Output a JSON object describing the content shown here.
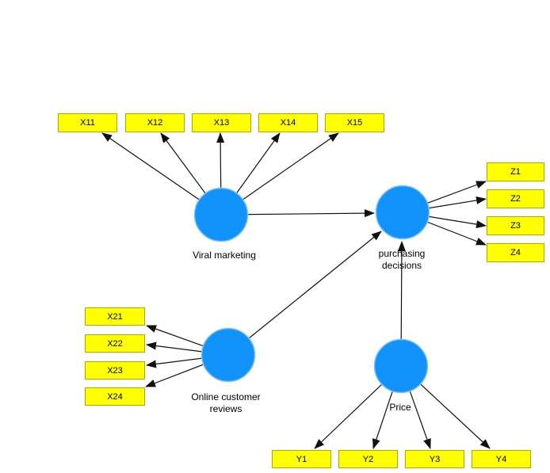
{
  "model": {
    "title_hint": "PLS path model",
    "constructs": {
      "viral": {
        "label": "Viral marketing"
      },
      "purchasing": {
        "label_line1": "purchasing",
        "label_line2": "decisions"
      },
      "online": {
        "label_line1": "Online customer",
        "label_line2": "reviews"
      },
      "price": {
        "label": "Price"
      }
    },
    "indicators": {
      "x11": "X11",
      "x12": "X12",
      "x13": "X13",
      "x14": "X14",
      "x15": "X15",
      "x21": "X21",
      "x22": "X22",
      "x23": "X23",
      "x24": "X24",
      "z1": "Z1",
      "z2": "Z2",
      "z3": "Z3",
      "z4": "Z4",
      "y1": "Y1",
      "y2": "Y2",
      "y3": "Y3",
      "y4": "Y4"
    },
    "structural_paths": [
      {
        "from": "Viral marketing",
        "to": "purchasing decisions"
      },
      {
        "from": "Online customer reviews",
        "to": "purchasing decisions"
      },
      {
        "from": "Price",
        "to": "purchasing decisions"
      }
    ],
    "colors": {
      "construct_fill": "#1193fb",
      "construct_edge": "#7fc2f7",
      "indicator_fill": "#ffff00",
      "indicator_border": "#aaaa00",
      "arrow": "#111111",
      "background": "#ffffff"
    }
  }
}
